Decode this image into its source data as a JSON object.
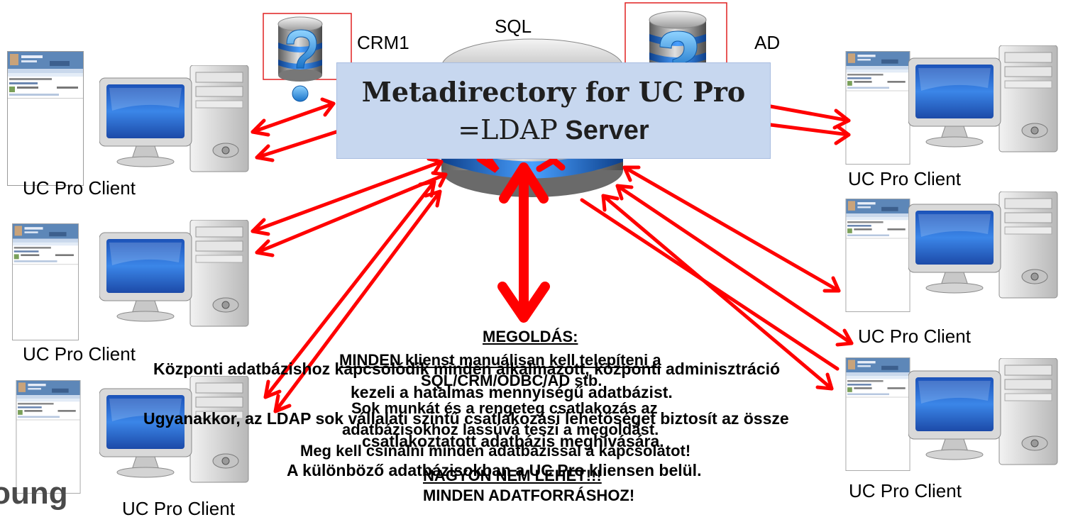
{
  "labels": {
    "sql": "SQL",
    "crm1": "CRM1",
    "ad": "AD",
    "client_top_left": "UC Pro Client",
    "client_mid_left": "UC Pro Client",
    "client_bottom_left": "UC Pro Client",
    "client_top_right": "UC Pro Client",
    "client_mid_right": "UC Pro Client",
    "client_bottom_right": "UC Pro Client",
    "logo_fragment": "Young"
  },
  "center_box": {
    "line1": "Metadirectory for UC Pro",
    "line2_serif": "=LDAP",
    "line2_bold": "Server"
  },
  "overlay_a": {
    "heading": "MEGOLDÁS:",
    "line1": "MINDEN klienst manuálisan kell telepíteni a",
    "line2": "SQL/CRM/ODBC/AD stb.",
    "line3": "Sok munkát és a rengeteg csatlakozás az",
    "line4": "adatbázisokhoz lassúvá teszi a megoldást.",
    "line5": "Meg kell csinálni minden adatbázissal a kapcsolatot!",
    "line6": "NAGYON NEM LEHET!!!",
    "line7": "MINDEN ADATFORRÁSHOZ!"
  },
  "overlay_b": {
    "line1": "Központi adatbázishoz kapcsolódik minden alkalmazott, központi adminisztráció",
    "line2": "kezeli a hatalmas mennyiségű adatbázist.",
    "line3": "Ugyanakkor, az LDAP sok vállalati szintű csatlakozási lehetőséget biztosít az össze",
    "line4": "csatlakoztatott adatbázis meghívására.",
    "line5": "A különböző adatbázisokban a UC Pro kliensen belül."
  },
  "icons": [
    "database-icon",
    "question-database-icon",
    "computer-icon",
    "client-window-icon",
    "arrow-icon"
  ],
  "colors": {
    "arrow": "#ff0000",
    "box": "#c7d7ef",
    "screen": "#2f6fd6"
  }
}
